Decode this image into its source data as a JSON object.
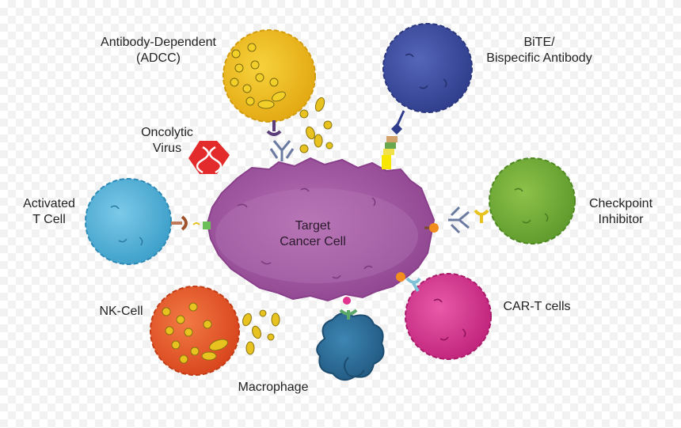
{
  "labels": {
    "target": [
      "Target",
      "Cancer Cell"
    ],
    "adcc": [
      "Antibody-Dependent",
      "(ADCC)"
    ],
    "bite": [
      "BiTE/",
      "Bispecific Antibody"
    ],
    "oncolytic": [
      "Oncolytic",
      "Virus"
    ],
    "activated_t": [
      "Activated",
      "T Cell"
    ],
    "checkpoint": [
      "Checkpoint",
      "Inhibitor"
    ],
    "nk": "NK-Cell",
    "cart": "CAR-T cells",
    "macrophage": "Macrophage"
  },
  "colors": {
    "target": "#a65aa6",
    "adcc": "#f2c21a",
    "bite": "#3c4ea3",
    "checkpoint": "#7ab03c",
    "activated_t": "#4fb3d9",
    "nk": "#ea5a2b",
    "cart": "#d6338f",
    "macrophage": "#2e6f9a",
    "virus": "#e32b2b",
    "granule": "#e8c21e"
  },
  "icons": {
    "virus": "dna-hexagon-icon",
    "antibody": "y-shaped-antibody-icon"
  }
}
